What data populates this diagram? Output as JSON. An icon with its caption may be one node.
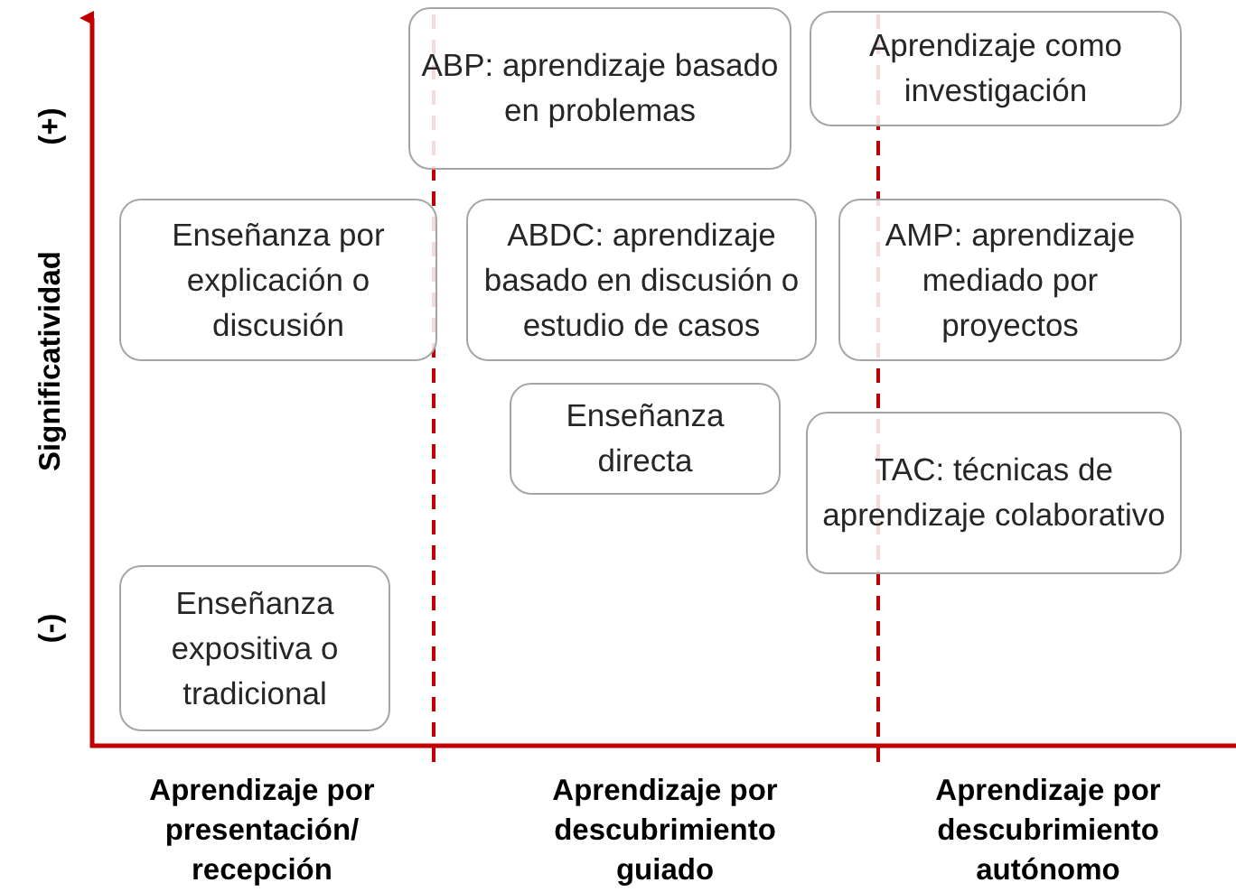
{
  "diagram": {
    "nodes": [
      {
        "text": [
          "ABP: aprendizaje basado en problemas"
        ]
      },
      {
        "text": [
          "Aprendizaje como investigación"
        ]
      },
      {
        "text": [
          "Enseñanza por explicación o discusión"
        ]
      },
      {
        "text": [
          "ABDC: aprendizaje basado en discusión o estudio de casos"
        ]
      },
      {
        "text": [
          "AMP: aprendizaje mediado por proyectos"
        ]
      },
      {
        "text": [
          "Enseñanza directa"
        ]
      },
      {
        "text": [
          "TAC: técnicas de aprendizaje colaborativo"
        ]
      },
      {
        "text": [
          "Enseñanza expositiva o tradicional"
        ]
      }
    ],
    "edges": [],
    "labels": [
      "(+)",
      "Significatividad",
      "(-)",
      "Aprendizaje por presentación/ recepción",
      "Aprendizaje por descubrimiento guiado",
      "Aprendizaje por descubrimiento autónomo"
    ]
  }
}
